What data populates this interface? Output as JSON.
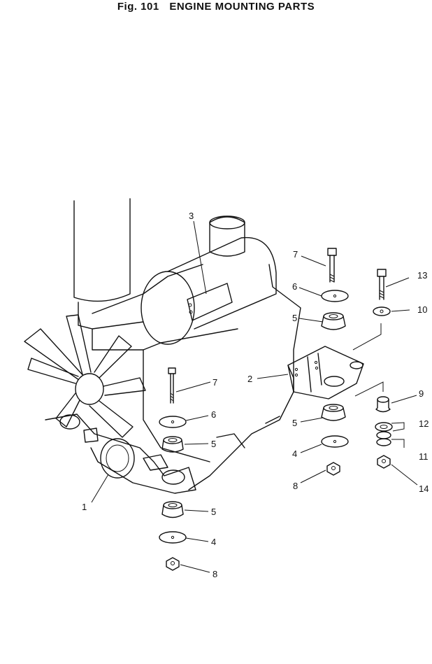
{
  "figure": {
    "number": "Fig. 101",
    "title": "ENGINE MOUNTING PARTS"
  },
  "callouts": [
    {
      "id": "c1",
      "label": "1"
    },
    {
      "id": "c2",
      "label": "2"
    },
    {
      "id": "c3",
      "label": "3"
    },
    {
      "id": "c4a",
      "label": "4"
    },
    {
      "id": "c4b",
      "label": "4"
    },
    {
      "id": "c5a",
      "label": "5"
    },
    {
      "id": "c5b",
      "label": "5"
    },
    {
      "id": "c5c",
      "label": "5"
    },
    {
      "id": "c5d",
      "label": "5"
    },
    {
      "id": "c6a",
      "label": "6"
    },
    {
      "id": "c6b",
      "label": "6"
    },
    {
      "id": "c7a",
      "label": "7"
    },
    {
      "id": "c7b",
      "label": "7"
    },
    {
      "id": "c8a",
      "label": "8"
    },
    {
      "id": "c8b",
      "label": "8"
    },
    {
      "id": "c9",
      "label": "9"
    },
    {
      "id": "c10",
      "label": "10"
    },
    {
      "id": "c11",
      "label": "11"
    },
    {
      "id": "c12",
      "label": "12"
    },
    {
      "id": "c13",
      "label": "13"
    },
    {
      "id": "c14",
      "label": "14"
    }
  ]
}
